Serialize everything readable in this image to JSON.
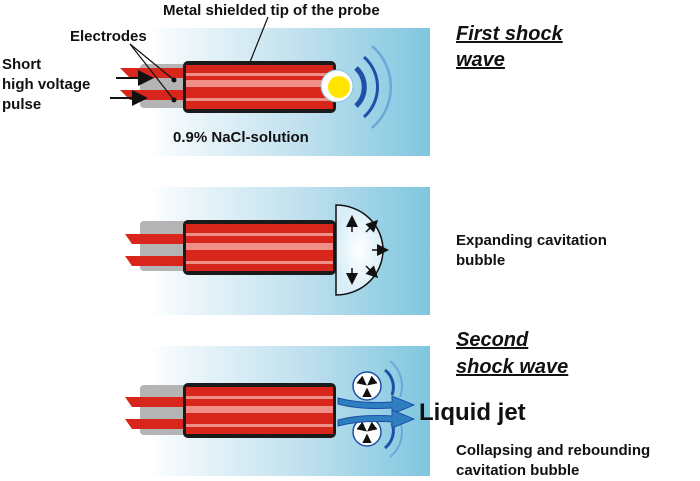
{
  "labels": {
    "metal_tip": "Metal shielded tip of the probe",
    "electrodes": "Electrodes",
    "pulse_line1": "Short",
    "pulse_line2": "high voltage",
    "pulse_line3": "pulse",
    "solution": "0.9% NaCl-solution",
    "first_shock_line1": "First shock",
    "first_shock_line2": "wave",
    "expanding_line1": "Expanding cavitation",
    "expanding_line2": "bubble",
    "second_shock_line1": "Second",
    "second_shock_line2": "shock wave",
    "liquid_jet": "Liquid jet",
    "collapsing_line1": "Collapsing and rebounding",
    "collapsing_line2": "cavitation bubble"
  },
  "colors": {
    "water_light": "#eaf5fa",
    "water_dark": "#7fc6df",
    "electrode_red": "#d9261c",
    "electrode_pink": "#ee8f88",
    "sheath_gray": "#b4b4b4",
    "probe_black": "#1a1a1a",
    "wave_blue": "#1f4fa8",
    "wave_light": "#6aa9d8",
    "flash_yellow": "#ffe500",
    "jet_blue": "#2d7fc0"
  }
}
